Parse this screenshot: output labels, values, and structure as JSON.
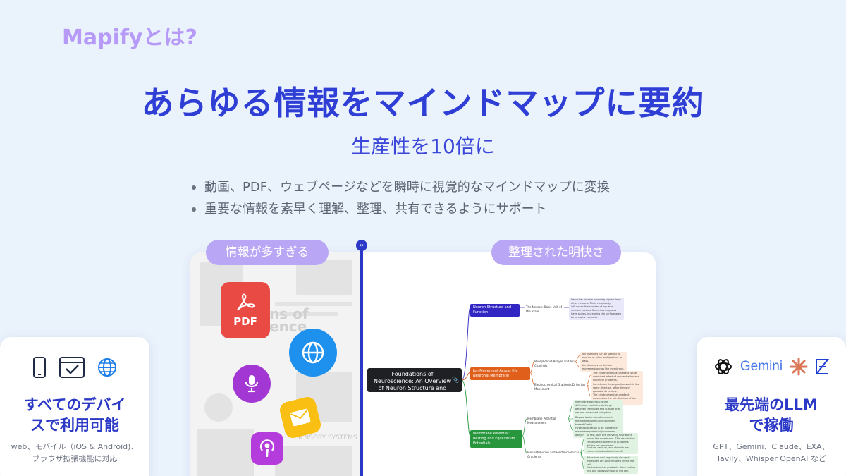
{
  "brand": "Mapifyとは?",
  "headline": "あらゆる情報をマインドマップに要約",
  "subhead": "生産性を10倍に",
  "bullets": [
    "動画、PDF、ウェブページなどを瞬時に視覚的なマインドマップに変換",
    "重要な情報を素早く理解、整理、共有できるようにサポート"
  ],
  "compare": {
    "before_label": "情報が多すぎる",
    "after_label": "整理された明快さ",
    "before_scan_title": "ns of\nence",
    "before_scan_footer": "SENSORY SYSTEMS",
    "before_icons": [
      "pdf-icon",
      "globe-icon",
      "microphone-icon",
      "mail-icon",
      "podcast-icon"
    ],
    "pdf_label": "PDF"
  },
  "mindmap": {
    "root": "Foundations of Neuroscience: An Overview of Neuron Structure and Function",
    "branches": [
      {
        "label": "Neuron Structure and Function",
        "color": "#3126c4",
        "children": [
          {
            "label": "The Neuron: Basic Unit of the Brain",
            "leaves": [
              "Dendrites receive incoming signals from other neurons. Their complexity influences the number of inputs a neuron receives. Dendrites may also have spines, increasing the surface area for synaptic contacts."
            ]
          }
        ]
      },
      {
        "label": "Ion Movement Across the Neuronal Membrane",
        "color": "#e0601b",
        "children": [
          {
            "label": "Phospholipid Bilayer and Ion Channels",
            "leaves": [
              "Ion channels can be specific to one ion or allow multiple ions to pass.",
              "Ion channels control ion movement across the membrane."
            ]
          },
          {
            "label": "Electrochemical Gradients Drive Ion Movement",
            "leaves": [
              "The electrochemical gradient is the combined effect of concentration and electrical gradients.",
              "Sometimes these gradients act in the same direction, other times in opposite directions.",
              "The electrochemical gradient determines the net direction of ion movement."
            ]
          }
        ]
      },
      {
        "label": "Membrane Potential: Resting and Equilibrium Potentials",
        "color": "#27963d",
        "children": [
          {
            "label": "Membrane Potential Measurement",
            "leaves": [
              "Membrane potential is the difference in electrical charge between the inside and outside of a neuron, measured using two electrodes.",
              "Depolarization is a decrease in membrane potential (movement toward 0 mV).",
              "Hyperpolarization is an increase in membrane potential (movement away from 0 mV)."
            ]
          },
          {
            "label": "Ion Distribution and Electrochemical Gradients",
            "leaves": [
              "At rest, ions are unevenly distributed across the membrane. This distribution creates electrochemical gradients driving ion movement.",
              "Sodium, calcium, and chloride are concentrated outside the cell.",
              "Potassium and negatively charged molecules are concentrated inside the cell.",
              "Electrochemical gradients drive sodium into and potassium out of the cell."
            ]
          }
        ]
      }
    ]
  },
  "device_card": {
    "icons": [
      "smartphone-icon",
      "browser-check-icon",
      "globe-icon"
    ],
    "title": "すべてのデバイスで利用可能",
    "title_line1": "すべてのデバイ",
    "title_line2": "スで利用可能",
    "desc_line1": "web、モバイル（iOS & Android)、",
    "desc_line2": "ブラウザ拡張機能に対応"
  },
  "llm_card": {
    "icons": [
      "openai-logo-icon",
      "gemini-logo-icon",
      "claude-logo-icon",
      "exa-logo-icon"
    ],
    "gemini_word": "Gemini",
    "title_line1": "最先端のLLM",
    "title_line2": "で稼働",
    "desc_line1": "GPT、Gemini、Claude、EXA、",
    "desc_line2": "Tavily、Whisper OpenAI など"
  },
  "colors": {
    "background": "#eaf2fc",
    "brand": "#b79af8",
    "headline": "#2f3fd6",
    "accent_blue": "#2b39c6",
    "pill": "#b9a6f5"
  }
}
